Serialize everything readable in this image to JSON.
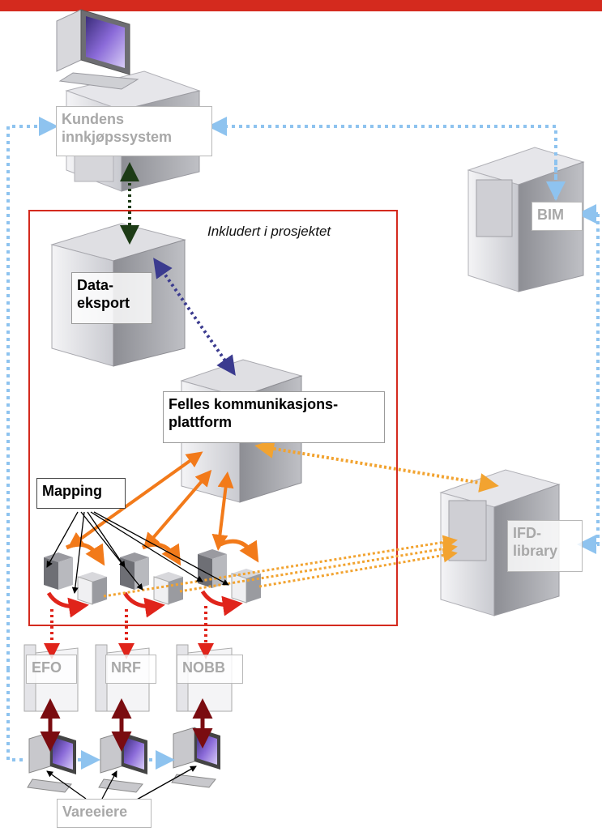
{
  "labels": {
    "kundens_line1": "Kundens",
    "kundens_line2": "innkjøpssystem",
    "bim": "BIM",
    "project": "Inkludert i prosjektet",
    "dataeksport_line1": "Data-",
    "dataeksport_line2": "eksport",
    "felles_line1": "Felles kommunikasjons-",
    "felles_line2": "plattform",
    "mapping": "Mapping",
    "ifd_line1": "IFD-",
    "ifd_line2": "library",
    "efo": "EFO",
    "nrf": "NRF",
    "nobb": "NOBB",
    "vareeiere": "Vareeiere"
  },
  "colors": {
    "top_bar": "#d42a1e",
    "project_frame": "#d42a1e",
    "blue_dotted": "#8ec3ef",
    "dark_green_dotted": "#1d3b16",
    "navy_dotted": "#3b3b8f",
    "orange": "#f27a1a",
    "orange_dotted": "#f2a330",
    "red_dotted": "#e0241b",
    "dark_red": "#7a0c10",
    "mapping_arrows": "#000000"
  },
  "icons": [
    "desktop-computer-icon",
    "server-tower-icon",
    "small-server-icon",
    "workstation-icon",
    "cycle-arrows-icon"
  ]
}
